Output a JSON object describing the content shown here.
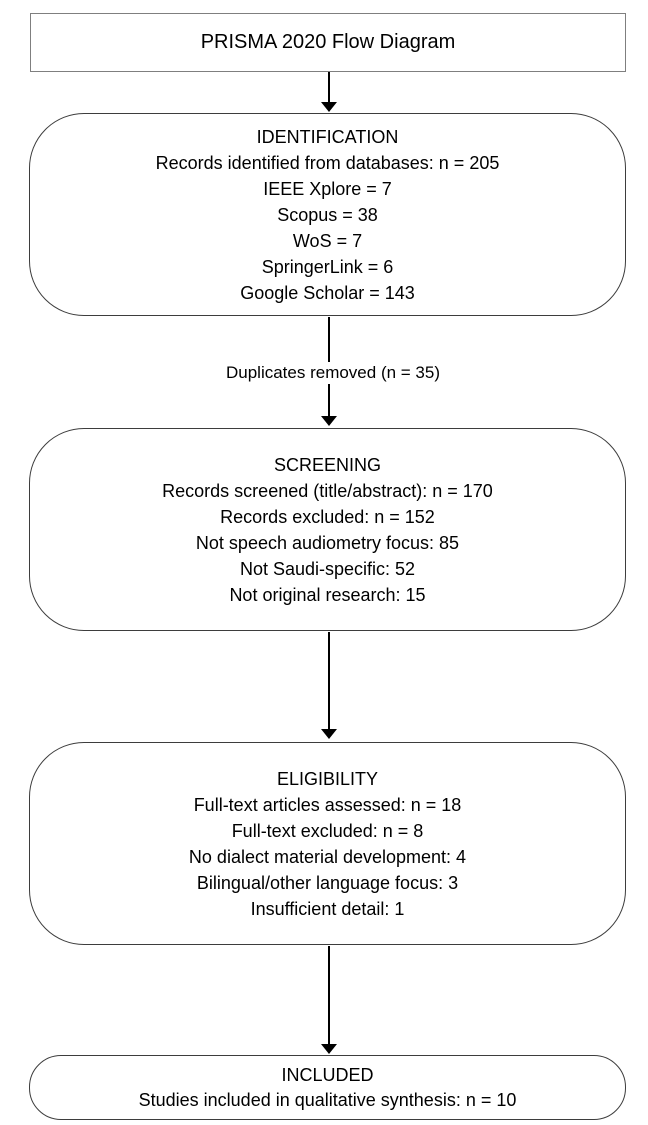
{
  "page": {
    "title": "PRISMA 2020 Flow Diagram"
  },
  "flow": {
    "stages": {
      "identification": {
        "heading": "IDENTIFICATION",
        "lines": [
          "Records identified from databases: n = 205",
          "IEEE Xplore = 7",
          "Scopus = 38",
          "WoS = 7",
          "SpringerLink = 6",
          "Google Scholar = 143"
        ]
      },
      "screening": {
        "heading": "SCREENING",
        "lines": [
          "Records screened (title/abstract): n = 170",
          "Records excluded: n = 152",
          "Not speech audiometry focus: 85",
          "Not Saudi-specific: 52",
          "Not original research: 15"
        ]
      },
      "eligibility": {
        "heading": "ELIGIBILITY",
        "lines": [
          "Full-text articles assessed: n = 18",
          "Full-text excluded: n = 8",
          "No dialect material development: 4",
          "Bilingual/other language focus: 3",
          "Insufficient detail: 1"
        ]
      },
      "included": {
        "heading": "INCLUDED",
        "lines": [
          "Studies included in qualitative synthesis: n = 10"
        ]
      }
    },
    "connector_labels": {
      "duplicates": "Duplicates removed (n = 35)"
    }
  },
  "colors": {
    "background": "#ffffff",
    "text": "#000000",
    "stage_border": "#3d3d3d",
    "title_border": "#7f7f7f",
    "arrow": "#000000"
  }
}
